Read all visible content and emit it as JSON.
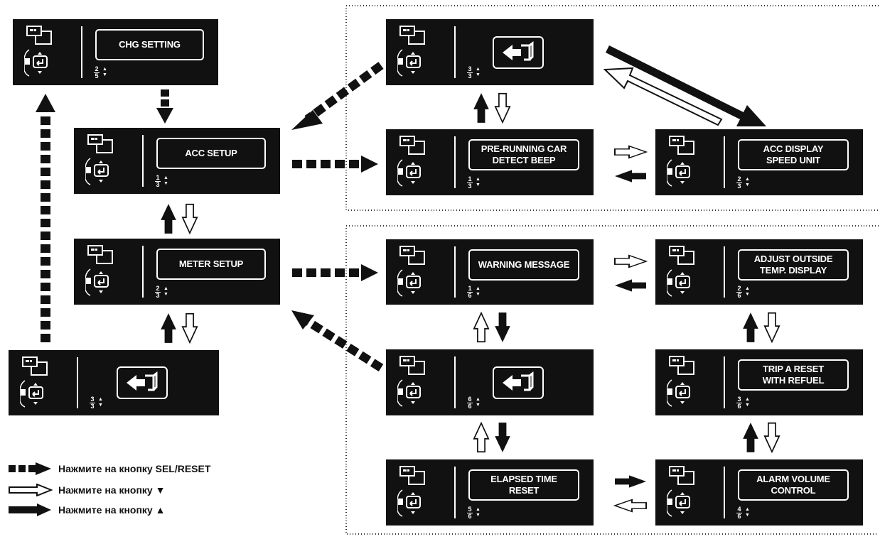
{
  "screens": {
    "chg_setting": {
      "label": "CHG SETTING",
      "page": "2",
      "total": "5"
    },
    "acc_setup": {
      "label": "ACC SETUP",
      "page": "1",
      "total": "3"
    },
    "meter_setup": {
      "label": "METER SETUP",
      "page": "2",
      "total": "3"
    },
    "main_return": {
      "label": "",
      "page": "3",
      "total": "3"
    },
    "acc_return": {
      "label": "",
      "page": "3",
      "total": "3"
    },
    "pre_running": {
      "label": "PRE-RUNNING CAR\nDETECT BEEP",
      "page": "1",
      "total": "3"
    },
    "acc_display": {
      "label": "ACC DISPLAY\nSPEED UNIT",
      "page": "2",
      "total": "3"
    },
    "warning_msg": {
      "label": "WARNING MESSAGE",
      "page": "1",
      "total": "6"
    },
    "adjust_outside": {
      "label": "ADJUST OUTSIDE\nTEMP. DISPLAY",
      "page": "2",
      "total": "6"
    },
    "meter_return": {
      "label": "",
      "page": "6",
      "total": "6"
    },
    "trip_reset": {
      "label": "TRIP A RESET\nWITH REFUEL",
      "page": "3",
      "total": "6"
    },
    "elapsed_time": {
      "label": "ELAPSED TIME\nRESET",
      "page": "5",
      "total": "6"
    },
    "alarm_volume": {
      "label": "ALARM VOLUME\nCONTROL",
      "page": "4",
      "total": "6"
    }
  },
  "legend": {
    "sel_reset": "Нажмите на кнопку SEL/RESET",
    "down": "Нажмите на кнопку ▼",
    "up": "Нажмите на кнопку ▲"
  },
  "colors": {
    "screen_bg": "#111111",
    "screen_fg": "#ffffff",
    "arrow": "#111111"
  }
}
